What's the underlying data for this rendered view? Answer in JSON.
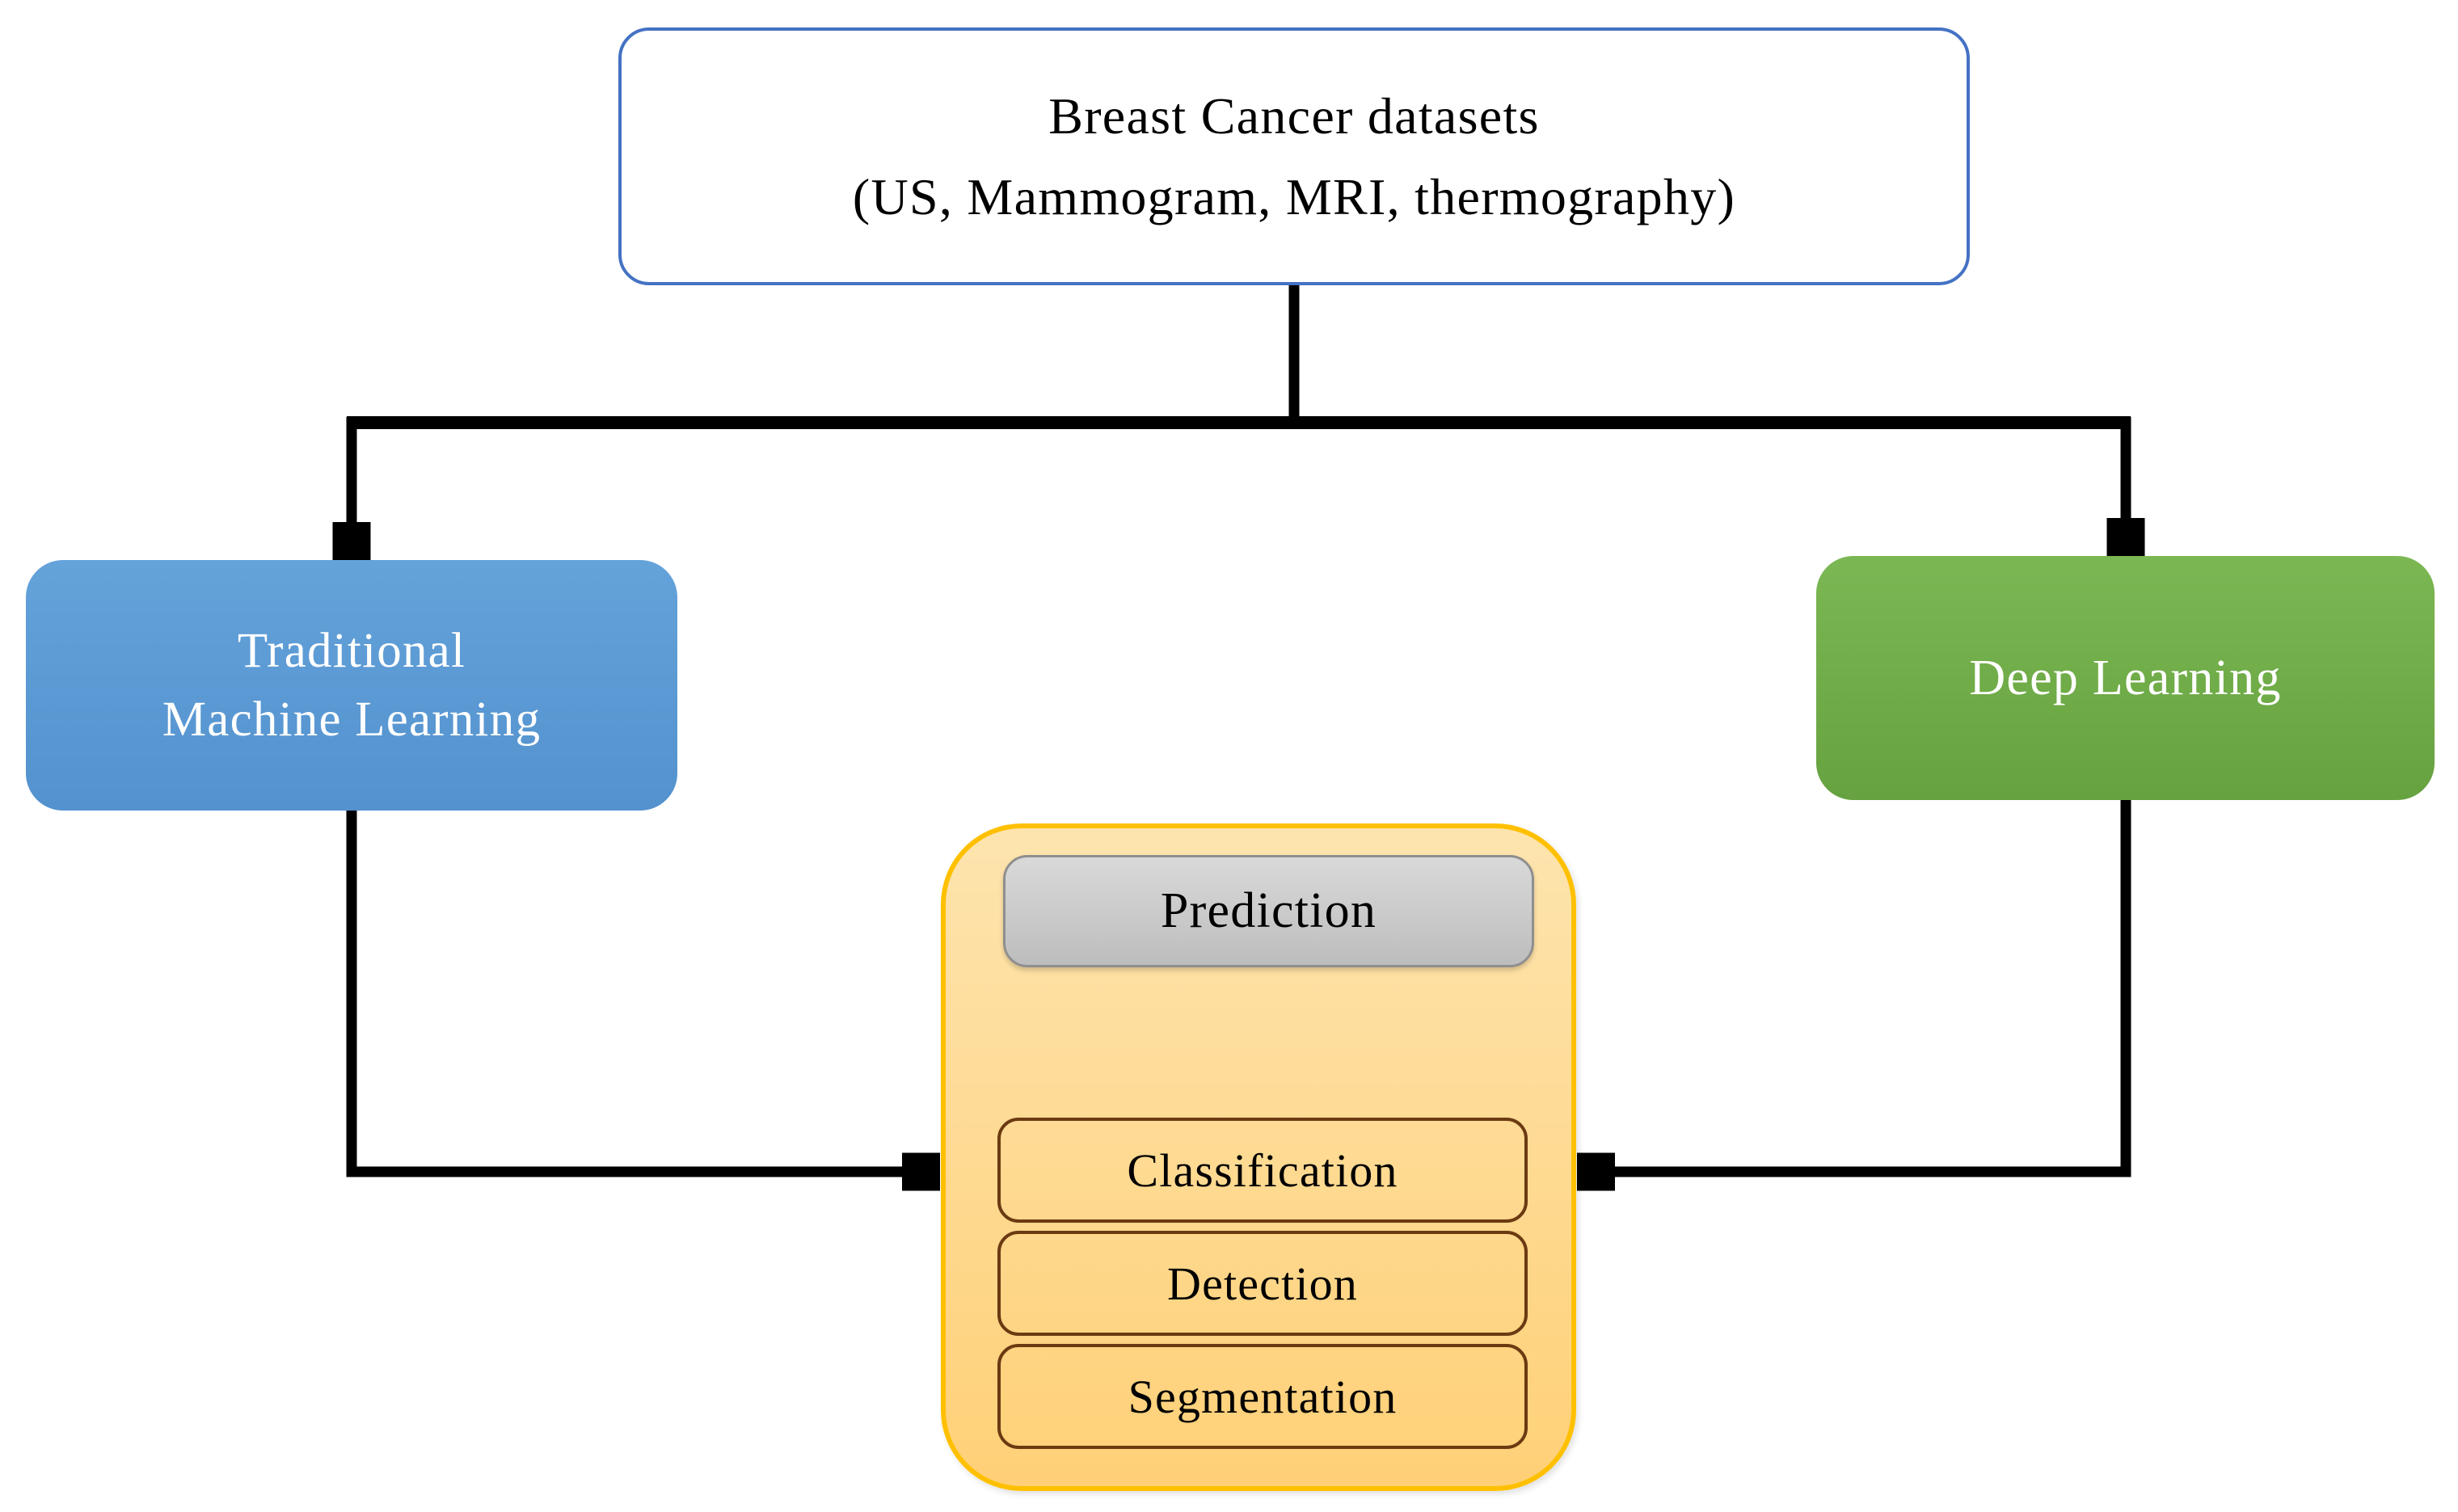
{
  "diagram": {
    "title_box": {
      "line1": "Breast Cancer datasets",
      "line2": "(US, Mammogram, MRI, thermography)"
    },
    "left_box": {
      "line1": "Traditional",
      "line2": "Machine Learning"
    },
    "right_box": {
      "label": "Deep Learning"
    },
    "process_group": {
      "prediction_label": "Prediction",
      "tasks": [
        "Classification",
        "Detection",
        "Segmentation"
      ]
    },
    "colors": {
      "title_border": "#4472C4",
      "blue_box_top": "#64A2DA",
      "blue_box_bottom": "#5392CE",
      "green_box_top": "#7BB753",
      "green_box_bottom": "#66A23F",
      "container_border": "#FFC000",
      "container_fill_top": "#FDE4AE",
      "container_fill_bottom": "#FFD077",
      "prediction_fill_top": "#D9D9D9",
      "prediction_fill_bottom": "#BDBDBD",
      "prediction_border": "#8F8F8F",
      "task_border": "#6B3A12",
      "arrow_color": "#000000"
    }
  }
}
